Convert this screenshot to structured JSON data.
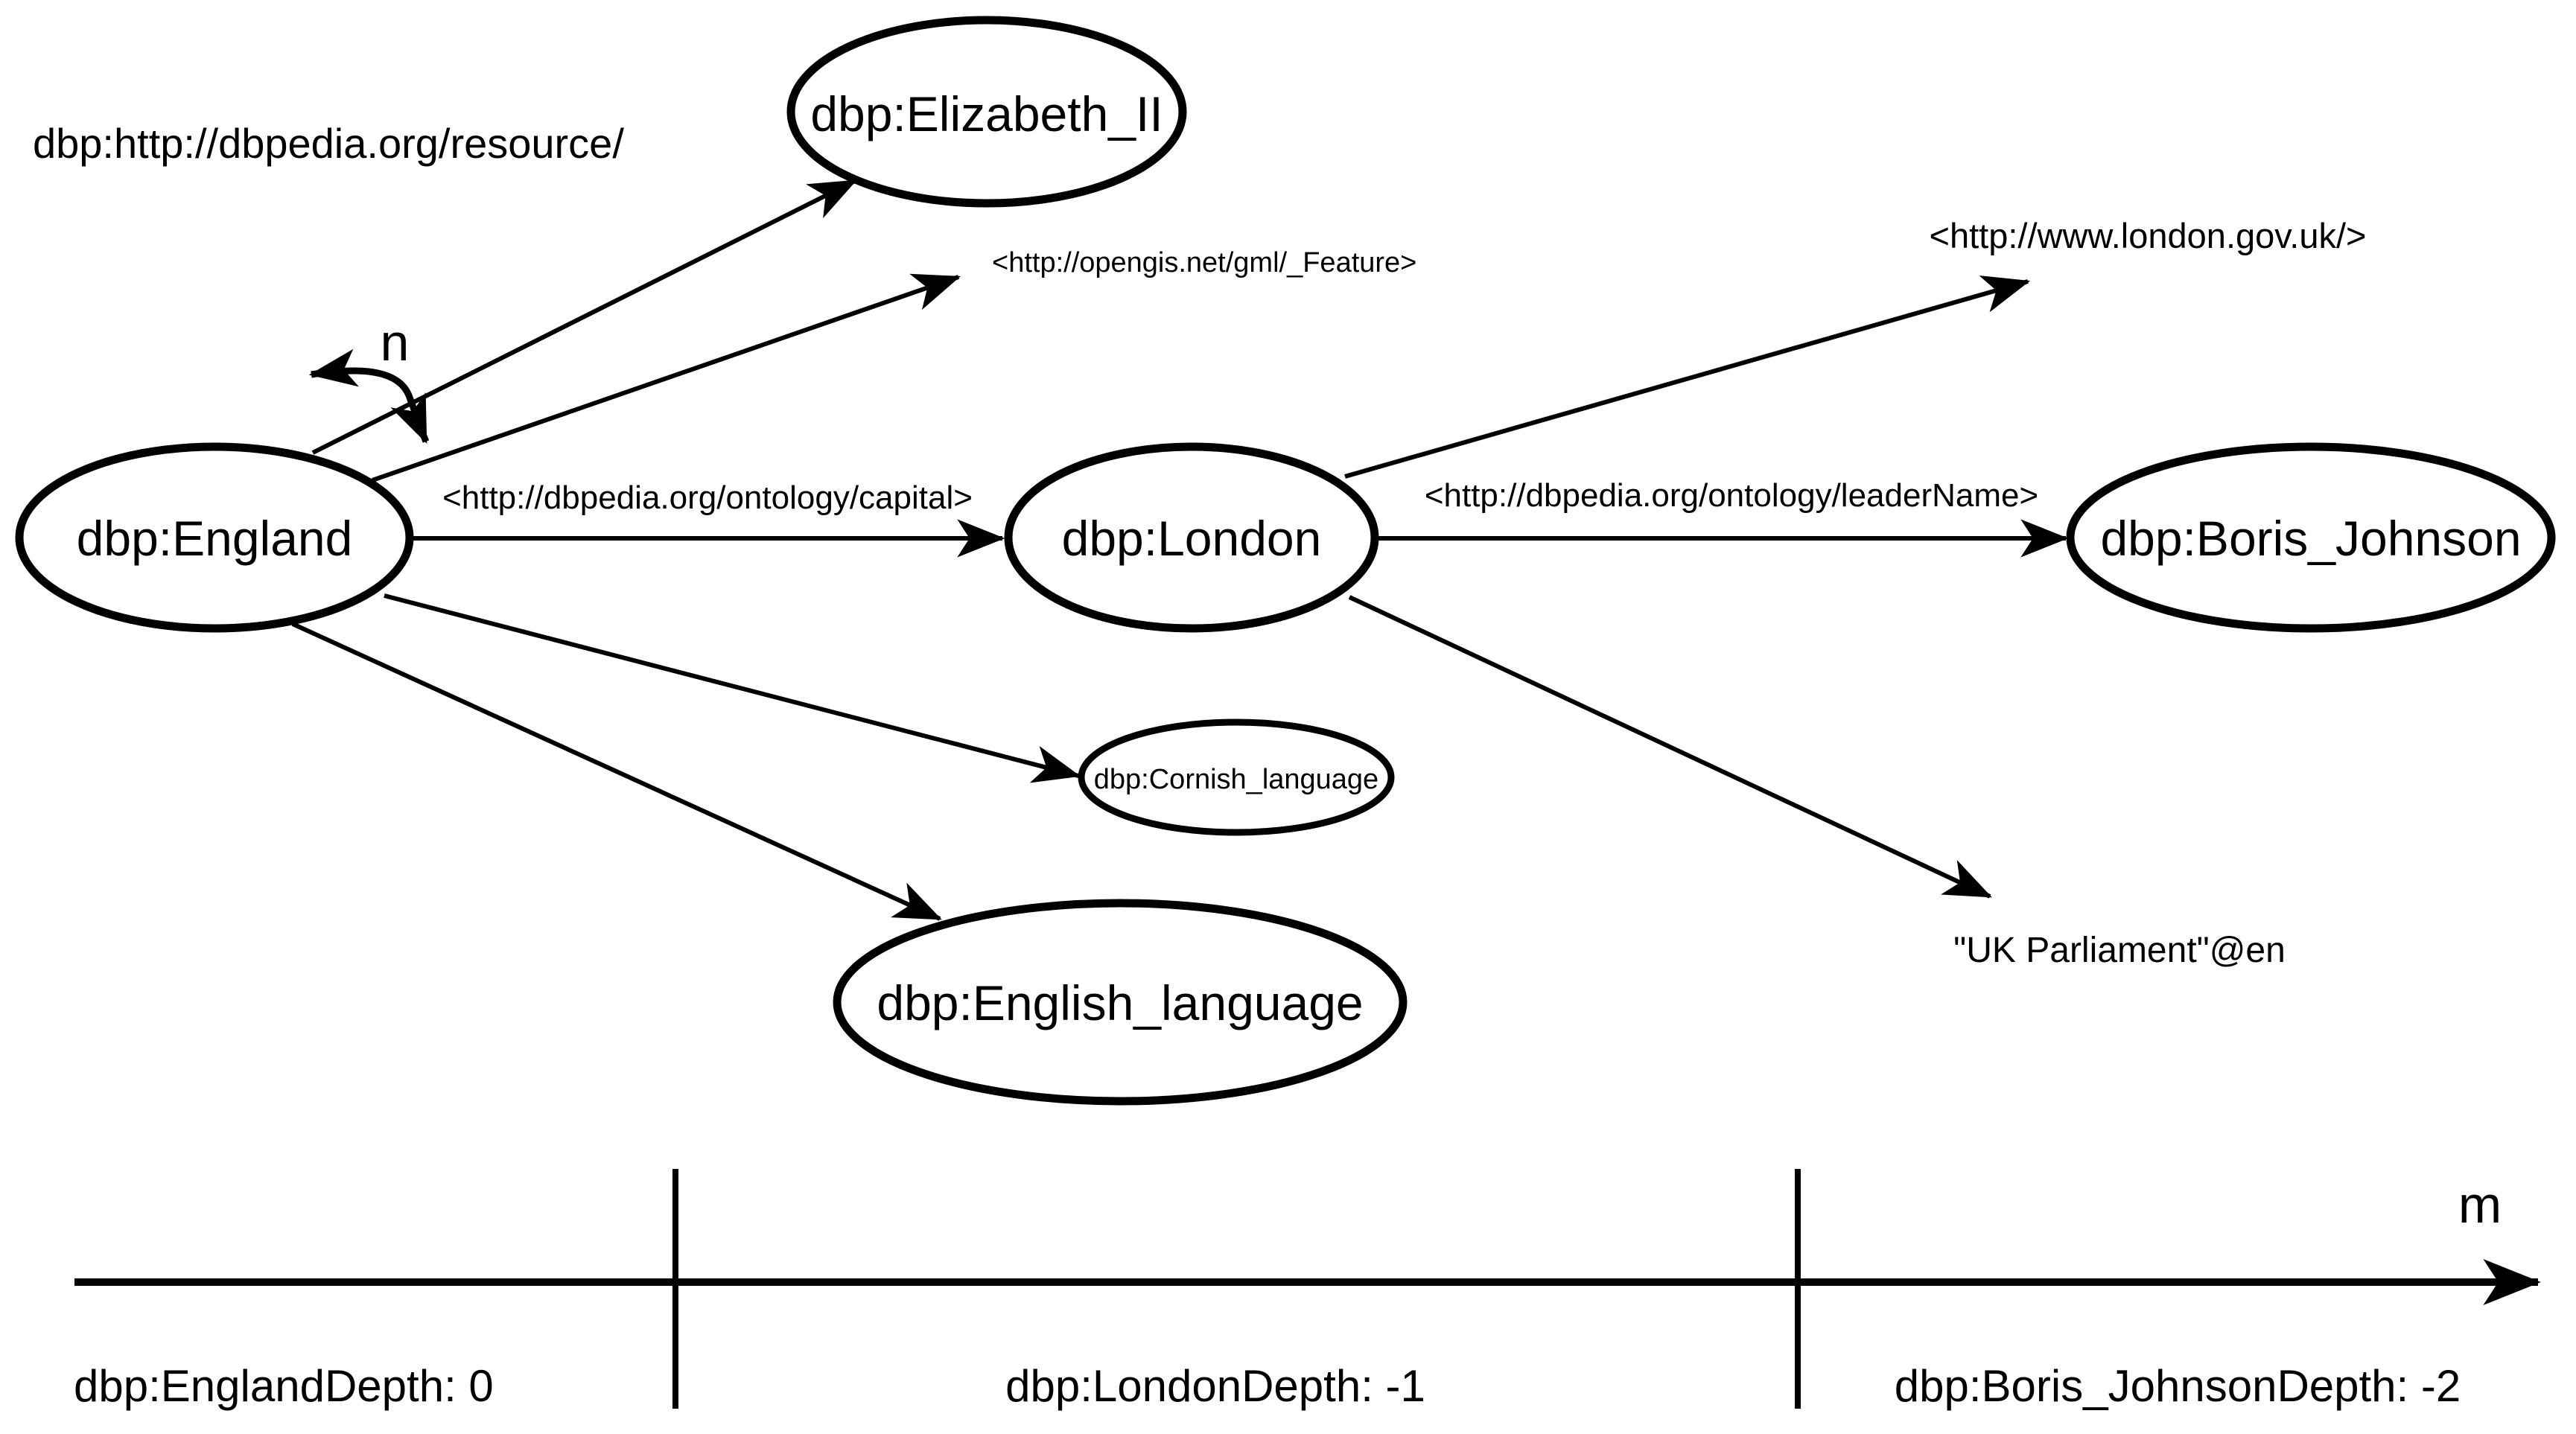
{
  "figure": {
    "background": "#ffffff",
    "ink_color": "#000000",
    "prefix_note": "dbp:http://dbpedia.org/resource/",
    "nodes": {
      "england": "dbp:England",
      "elizabeth": "dbp:Elizabeth_II",
      "london": "dbp:London",
      "boris": "dbp:Boris_Johnson",
      "cornish": "dbp:Cornish_language",
      "english": "dbp:English_language"
    },
    "literals": {
      "feature": "<http://opengis.net/gml/_Feature>",
      "gov_uk": "<http://www.london.gov.uk/>",
      "uk_parliament": "\"UK Parliament\"@en"
    },
    "edge_labels": {
      "capital": "<http://dbpedia.org/ontology/capital>",
      "leader_name": "<http://dbpedia.org/ontology/leaderName>"
    },
    "annotations": {
      "n": "n",
      "m": "m"
    },
    "axis": {
      "england_depth": "dbp:EnglandDepth: 0",
      "london_depth": "dbp:LondonDepth: -1",
      "boris_depth": "dbp:Boris_JohnsonDepth: -2"
    }
  }
}
